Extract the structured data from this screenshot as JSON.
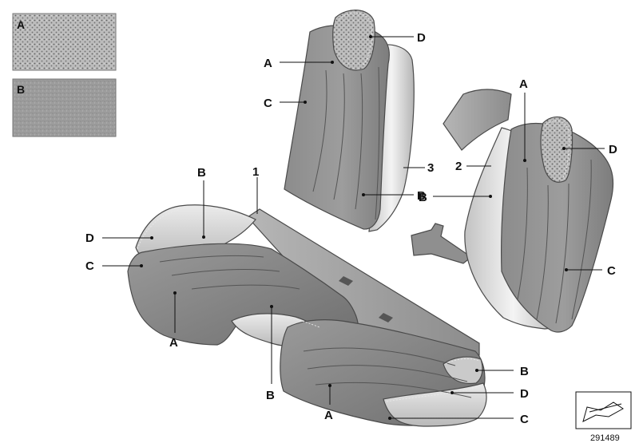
{
  "swatches": [
    {
      "label": "A",
      "pattern": "perforated-leather"
    },
    {
      "label": "B",
      "pattern": "grained-leather"
    }
  ],
  "callouts": {
    "part_1": "1",
    "part_2": "2",
    "part_3": "3",
    "cushion_b_top": "B",
    "cushion_d_left": "D",
    "cushion_c_left": "C",
    "cushion_a_left": "A",
    "cushion_b_mid": "B",
    "cushion_a_right": "A",
    "cushion_b_right": "B",
    "cushion_d_right": "D",
    "cushion_c_right": "C",
    "back_left_a": "A",
    "back_left_c": "C",
    "back_left_d": "D",
    "back_left_b": "B",
    "back_right_a": "A",
    "back_right_d": "D",
    "back_right_b": "B",
    "back_right_c": "C"
  },
  "reference_number": "291489",
  "colors": {
    "leather_dark": "#858585",
    "leather_mid": "#a3a3a3",
    "leather_light": "#cfcfcf",
    "leather_highlight": "#f2f2f2",
    "line": "#111111"
  }
}
